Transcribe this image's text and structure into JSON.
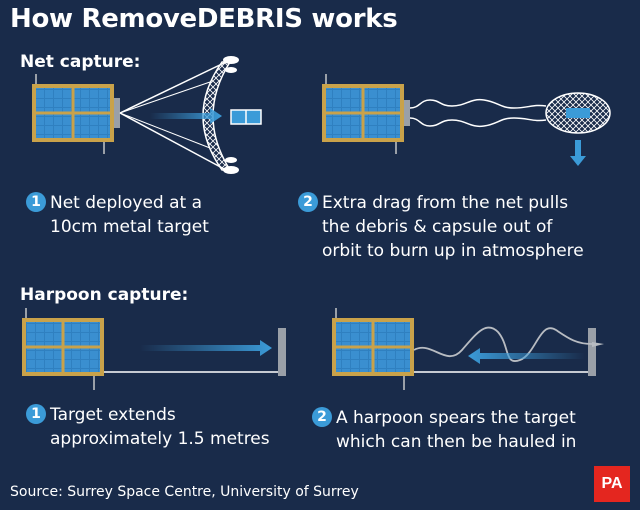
{
  "title": "How RemoveDEBRIS works",
  "net_section": {
    "heading": "Net capture:",
    "steps": [
      {
        "number": "1",
        "text": "Net deployed at a\n10cm metal target"
      },
      {
        "number": "2",
        "text": "Extra drag from the net pulls\nthe debris & capsule out of\norbit to burn up in atmosphere"
      }
    ]
  },
  "harpoon_section": {
    "heading": "Harpoon capture:",
    "steps": [
      {
        "number": "1",
        "text": "Target extends\napproximately 1.5 metres"
      },
      {
        "number": "2",
        "text": "A harpoon spears the target\nwhich can then be hauled in"
      }
    ]
  },
  "source": "Source: Surrey Space Centre, University of Surrey",
  "logo_text": "PA",
  "colors": {
    "background": "#192b4a",
    "accent_blue": "#3b9bd8",
    "solar_gold": "#c9a24a",
    "panel_blue": "#2f80c0",
    "logo_red": "#e4261f"
  }
}
